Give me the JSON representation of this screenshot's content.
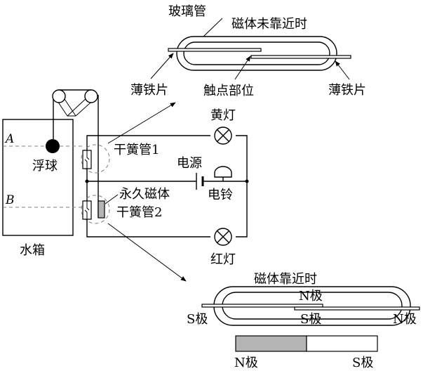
{
  "labels": {
    "glass_tube": "玻璃管",
    "magnet_not_near": "磁体未靠近时",
    "thin_iron_left": "薄铁片",
    "contact_part": "触点部位",
    "thin_iron_right": "薄铁片",
    "yellow_lamp": "黄灯",
    "reed_switch_1": "干簧管1",
    "power_supply": "电源",
    "bell": "电铃",
    "permanent_magnet": "永久磁体",
    "reed_switch_2": "干簧管2",
    "red_lamp": "红灯",
    "float_ball": "浮球",
    "level_a": "A",
    "level_b": "B",
    "water_tank": "水箱",
    "magnet_near": "磁体靠近时",
    "pole_n_top": "N极",
    "pole_s_left": "S极",
    "pole_s_mid": "S极",
    "pole_n_right": "N极",
    "bar_n": "N极",
    "bar_s": "S极"
  }
}
